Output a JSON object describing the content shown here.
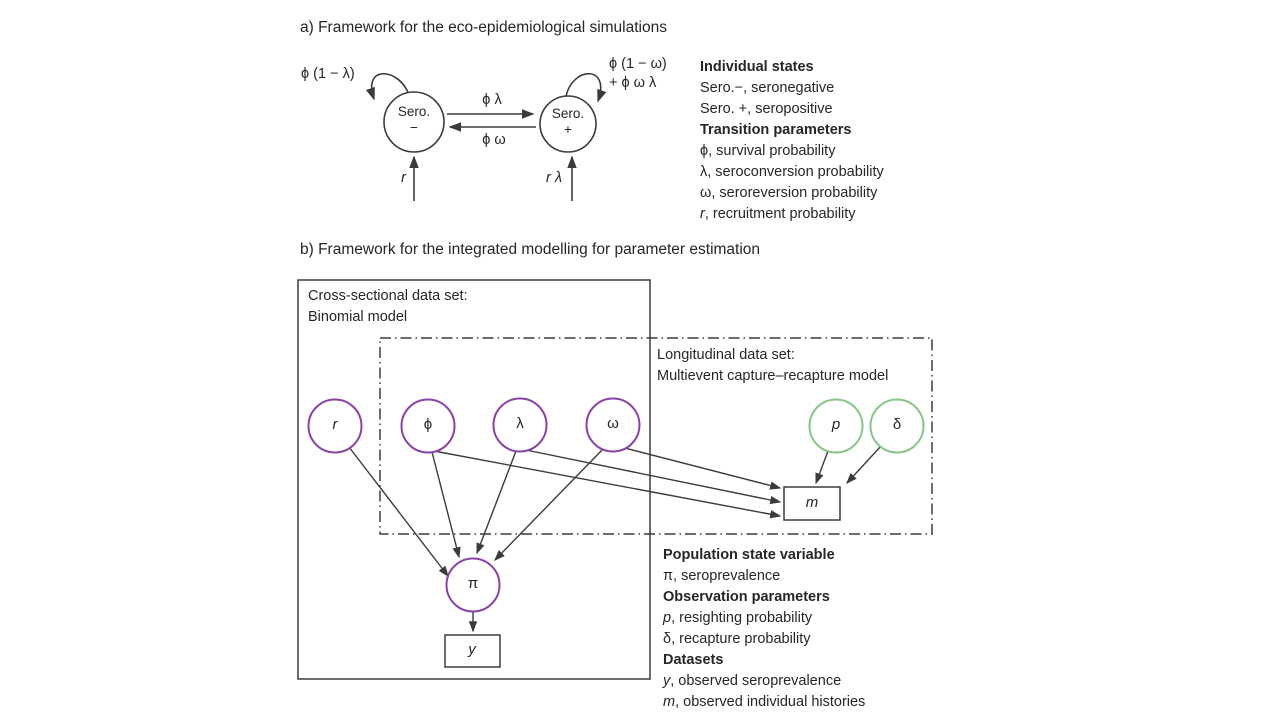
{
  "panel_a": {
    "title": "a) Framework for the eco-epidemiological simulations",
    "state_left": {
      "name": "Sero.",
      "sign": "−"
    },
    "state_right": {
      "name": "Sero.",
      "sign": "+"
    },
    "transitions": {
      "self_left": "ϕ (1 − λ)",
      "self_right_line1": "ϕ (1 − ω)",
      "self_right_line2": "+ ϕ ω λ",
      "seroconversion": "ϕ λ",
      "seroreversion": "ϕ ω",
      "recruitment_left": "r",
      "recruitment_right": "r λ"
    },
    "legend": [
      {
        "text": "Individual states"
      },
      {
        "text": "Sero.−, seronegative"
      },
      {
        "text": "Sero. +, seropositive"
      },
      {
        "text": "Transition parameters"
      },
      {
        "sym": "ϕ",
        "rest": ", survival probability"
      },
      {
        "sym": "λ",
        "rest": ", seroconversion probability"
      },
      {
        "sym": "ω",
        "rest": ", seroreversion probability"
      },
      {
        "sym": "r",
        "rest": ", recruitment probability"
      }
    ]
  },
  "panel_b": {
    "title": "b) Framework for the integrated modelling for parameter estimation",
    "cross_sectional_label": {
      "line1": "Cross-sectional data set:",
      "line2": "Binomial model"
    },
    "longitudinal_label": {
      "line1": "Longitudinal data set:",
      "line2": "Multievent capture–recapture model"
    },
    "nodes": {
      "r": "r",
      "phi": "ϕ",
      "lambda": "λ",
      "omega": "ω",
      "p": "p",
      "delta": "δ",
      "pi": "π",
      "m": "m",
      "y": "y"
    },
    "legend": [
      {
        "text": "Population state variable"
      },
      {
        "sym": "π",
        "rest": ", seroprevalence"
      },
      {
        "text": "Observation parameters"
      },
      {
        "sym": "p",
        "rest": ", resighting probability"
      },
      {
        "sym": "δ",
        "rest": ", recapture probability"
      },
      {
        "text": "Datasets"
      },
      {
        "sym": "y",
        "rest": ", observed seroprevalence"
      },
      {
        "sym": "m",
        "rest": ", observed individual histories"
      }
    ],
    "colors": {
      "purple": "#8a42a8",
      "green": "#86c586",
      "line": "#3b3b3b"
    }
  }
}
